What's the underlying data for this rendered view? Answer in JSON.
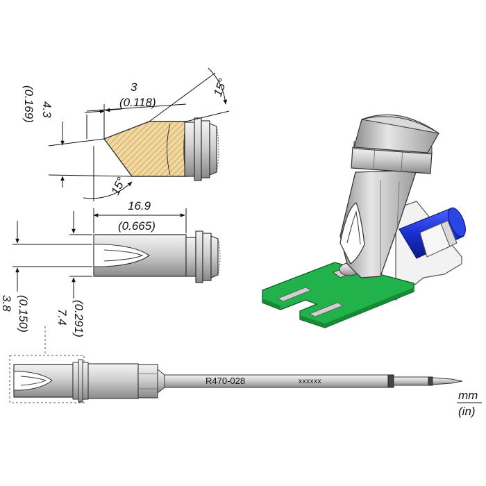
{
  "dimensions": {
    "top_length_mm": "3",
    "top_length_in": "(0.118)",
    "tip_height_mm": "4.3",
    "tip_height_in": "(0.169)",
    "top_angle": "15°",
    "bottom_angle": "15°",
    "middle_length_mm": "16.9",
    "middle_length_in": "(0.665)",
    "slot_width_mm": "3.8",
    "slot_width_in": "(0.150)",
    "fork_width_mm": "7.4",
    "fork_width_in": "(0.291)"
  },
  "cartridge": {
    "model": "R470-028",
    "code": "xxxxxx"
  },
  "units": {
    "primary": "mm",
    "secondary": "(in)"
  },
  "colors": {
    "pcb_green": "#22b24c",
    "pcb_dark": "#178a36",
    "component_blue": "#1a2fd1",
    "metal": "#c8c8c8",
    "metal_dark": "#8e8e8e",
    "hatch_fill": "#f1d7a0",
    "hatch_line": "#c59a55"
  }
}
